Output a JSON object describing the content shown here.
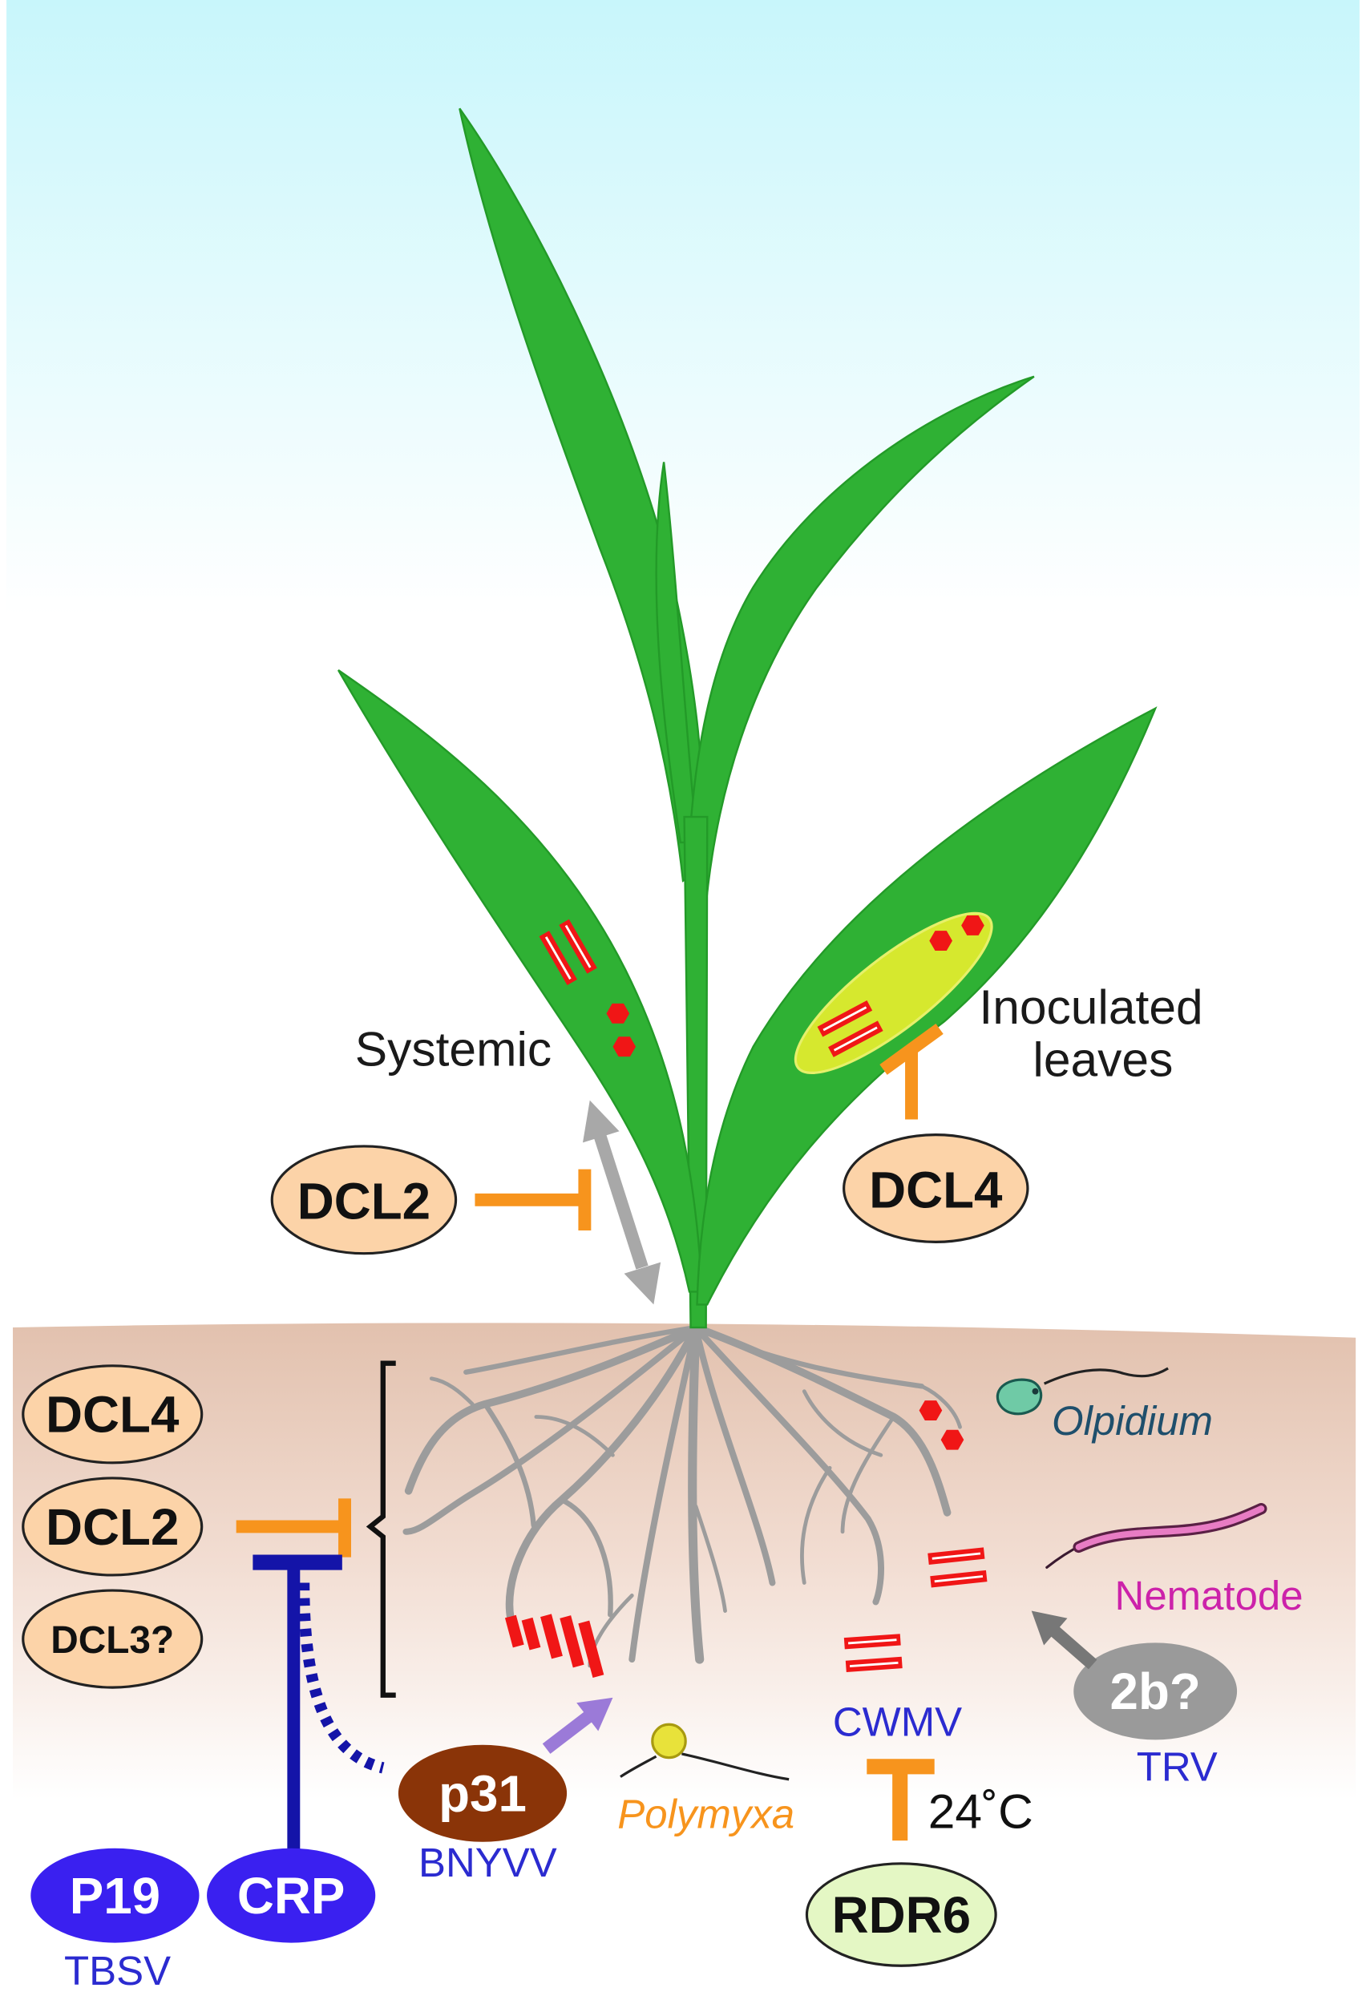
{
  "labels": {
    "systemic": "Systemic",
    "inoculated_line1": "Inoculated",
    "inoculated_line2": "leaves"
  },
  "enzymes": {
    "leaf_dcl2": "DCL2",
    "leaf_dcl4": "DCL4",
    "root_dcl4": "DCL4",
    "root_dcl2": "DCL2",
    "root_dcl3": "DCL3?",
    "rdr6": "RDR6"
  },
  "suppressors": {
    "p19": {
      "label": "P19",
      "virus": "TBSV"
    },
    "crp": {
      "label": "CRP"
    },
    "p31": {
      "label": "p31",
      "virus": "BNYVV"
    },
    "b2": {
      "label": "2b?",
      "virus": "TRV"
    }
  },
  "viruses": {
    "cwmv": "CWMV"
  },
  "temperature": "24˚C",
  "vectors": {
    "polymyxa": "Polymyxa",
    "nematode": "Nematode",
    "olpidium": "Olpidium"
  },
  "colors": {
    "leaf_green": "#2fb134",
    "infection_patch": "#d6e82e",
    "virus_red": "#f01616",
    "inhibitor_orange": "#f7941d",
    "suppressor_blue": "#3a20f0",
    "suppressor_line_blue": "#1414a8",
    "p31_brown": "#8a3408",
    "enzyme_peach": "#fcd3a8",
    "rdr6_green": "#e4f7c4",
    "virus_label_blue": "#2b2bd0",
    "root_gray": "#9c9c9c",
    "b2_gray": "#9a9a9a",
    "polymyxa_orange": "#f7941d",
    "nematode_magenta": "#cc22aa",
    "olpidium_teal": "#1f4f6c"
  }
}
